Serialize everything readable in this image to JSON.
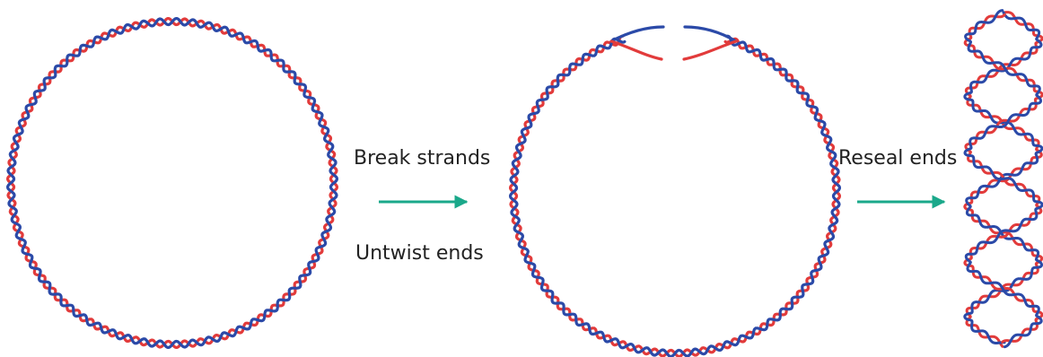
{
  "labels": {
    "break_strands": "Break strands",
    "untwist_ends": "Untwist ends",
    "reseal_ends": "Reseal ends"
  },
  "colors": {
    "strand_a": "#2b4aa8",
    "strand_b": "#e23b3b",
    "arrow": "#1aa88a",
    "text": "#222222",
    "background": "#ffffff"
  },
  "stages": [
    {
      "name": "relaxed-circular-dna",
      "state": "intact twisted circle"
    },
    {
      "name": "nicked-circular-dna",
      "state": "both strands broken, ends untwisted"
    },
    {
      "name": "supercoiled-dna",
      "state": "resealed, twisted into supercoil"
    }
  ]
}
